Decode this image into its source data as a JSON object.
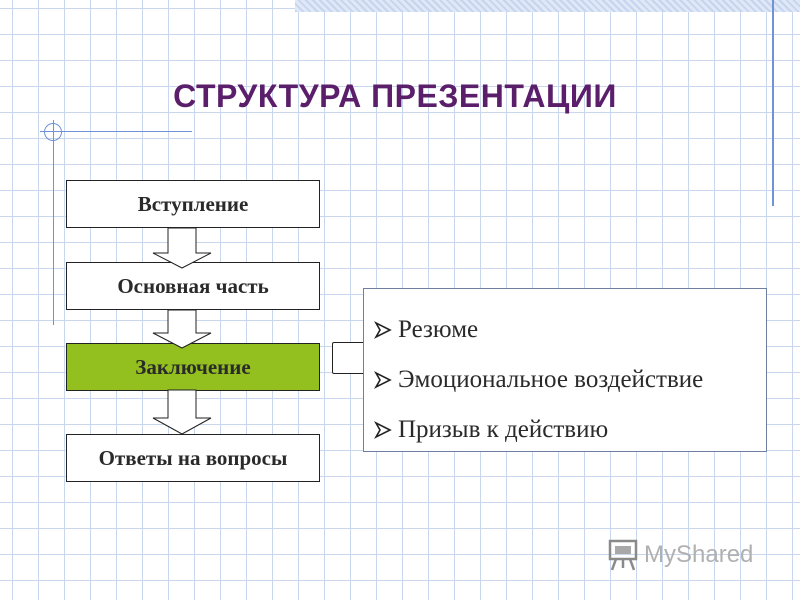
{
  "slide": {
    "title": "СТРУКТУРА ПРЕЗЕНТАЦИИ",
    "steps": [
      {
        "label": "Вступление"
      },
      {
        "label": "Основная часть"
      },
      {
        "label": "Заключение"
      },
      {
        "label": "Ответы на вопросы"
      }
    ],
    "active_step_color": "#93c01f",
    "title_color": "#5a1e6a",
    "details": [
      {
        "label": "Резюме"
      },
      {
        "label": "Эмоциональное воздействие"
      },
      {
        "label": "Призыв к действию"
      }
    ]
  },
  "watermark": {
    "text": "MyShared",
    "icon": "chalkboard-icon"
  }
}
